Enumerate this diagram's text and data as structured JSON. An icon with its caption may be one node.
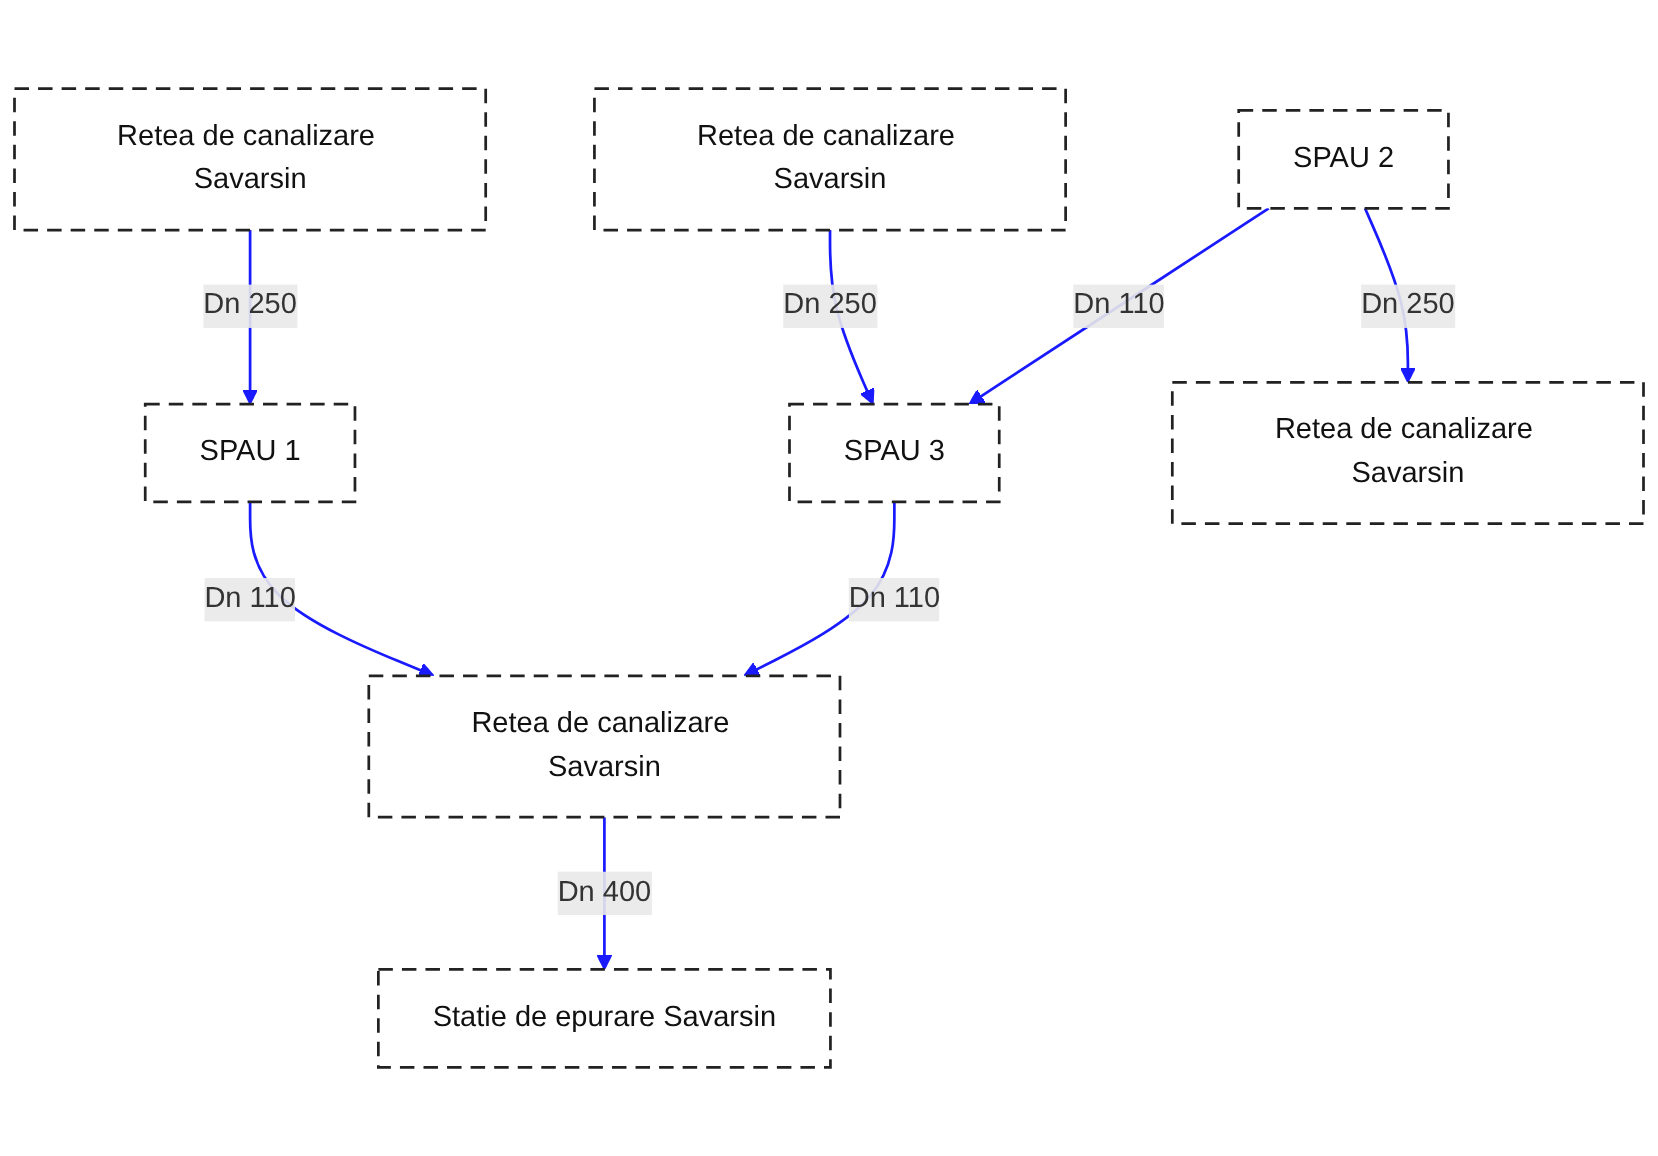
{
  "diagram": {
    "nodes": [
      {
        "text": [
          "Retea de canalizare Savarsin"
        ]
      },
      {
        "text": [
          "Statie de epurare Savarsin"
        ]
      },
      {
        "text": [
          "Retea de canalizare Savarsin"
        ]
      },
      {
        "text": [
          "SPAU 1"
        ]
      },
      {
        "text": [
          "Retea de canalizare Savarsin"
        ]
      },
      {
        "text": [
          "SPAU 3"
        ]
      },
      {
        "text": [
          "Retea de canalizare Savarsin"
        ]
      },
      {
        "text": [
          "SPAU 2"
        ]
      }
    ],
    "edges": [
      {
        "from": 0,
        "to": 3,
        "arrow": "to",
        "label": "Dn 250"
      },
      {
        "from": 3,
        "to": 4,
        "arrow": "to",
        "label": "Dn 110"
      },
      {
        "from": 4,
        "to": 1,
        "arrow": "to",
        "label": "Dn 400"
      },
      {
        "from": 5,
        "to": 4,
        "arrow": "to",
        "label": "Dn 110"
      },
      {
        "from": 2,
        "to": 5,
        "arrow": "to",
        "label": "Dn 250"
      },
      {
        "from": 7,
        "to": 5,
        "arrow": "to",
        "label": "Dn 110"
      },
      {
        "from": 7,
        "to": 6,
        "arrow": "to",
        "label": "Dn 250"
      }
    ]
  }
}
